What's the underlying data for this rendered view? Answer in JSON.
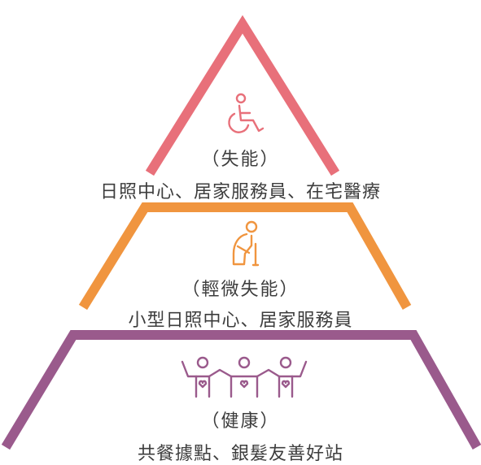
{
  "tiers": [
    {
      "id": "top",
      "level": "（失能）",
      "services": "日照中心、居家服務員、在宅醫療",
      "color": "#e8707a",
      "icon": "wheelchair-icon"
    },
    {
      "id": "middle",
      "level": "（輕微失能）",
      "services": "小型日照中心、居家服務員",
      "color": "#f0953f",
      "icon": "elderly-cane-icon"
    },
    {
      "id": "bottom",
      "level": "（健康）",
      "services": "共餐據點、銀髮友善好站",
      "color": "#9a5a8c",
      "icon": "people-group-icon"
    }
  ]
}
